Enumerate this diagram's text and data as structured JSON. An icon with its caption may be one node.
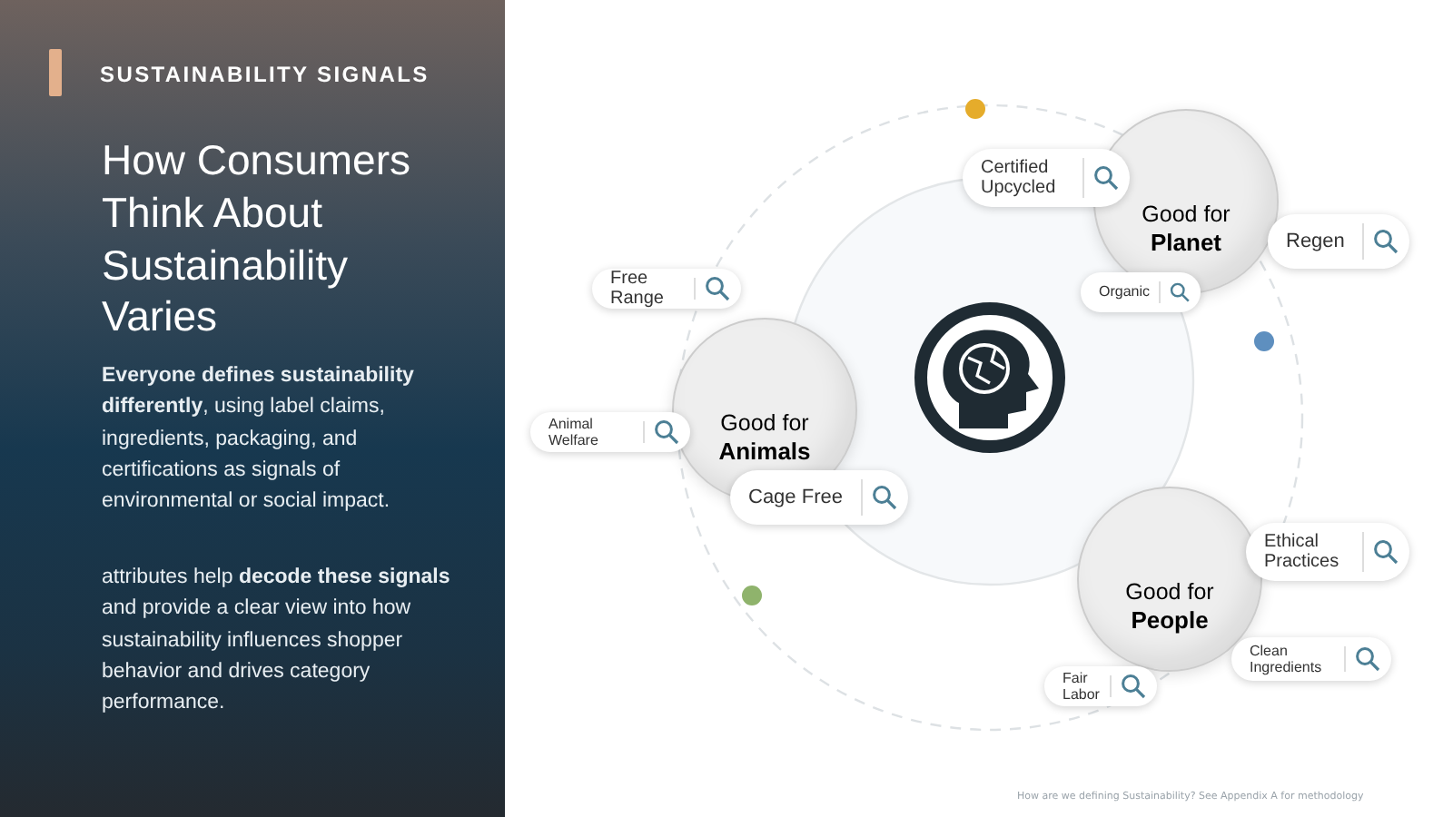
{
  "diagram": {
    "title": "How Consumers Think About Sustainability Varies",
    "nodes": [
      {
        "text": [
          "Certified Upcycled"
        ]
      },
      {
        "text": [
          "Good for **Planet**"
        ]
      },
      {
        "text": [
          "Regen"
        ]
      },
      {
        "text": [
          "Free Range"
        ]
      },
      {
        "text": [
          "Organic"
        ]
      },
      {
        "text": [
          "Good for **Animals**"
        ]
      },
      {
        "text": [
          "Animal Welfare"
        ]
      },
      {
        "text": [
          "Cage Free"
        ]
      },
      {
        "text": [
          "Ethical Practices"
        ]
      },
      {
        "text": [
          "Good for **People**"
        ]
      },
      {
        "text": [
          "Clean Ingredients"
        ]
      },
      {
        "text": [
          "Fair Labor"
        ]
      }
    ],
    "edges": [],
    "labels": [
      "SUSTAINABILITY SIGNALS",
      "**Everyone defines sustainability differently**, using label claims, ingredients, packaging, and certifications as signals of environmental or social impact.",
      "attributes help **decode these signals** and provide a clear view into how sustainability influences shopper behavior and drives category performance.",
      "How are we defining Sustainability? See Appendix A for methodology"
    ]
  }
}
